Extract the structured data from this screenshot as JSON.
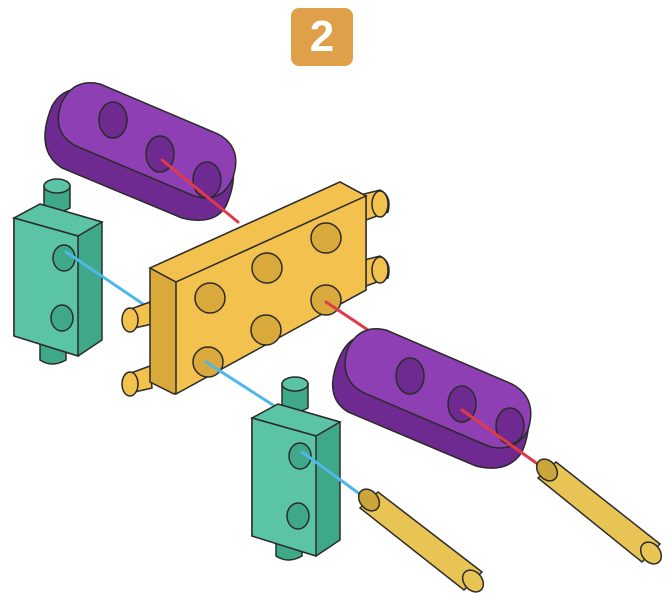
{
  "step": {
    "number": "2"
  },
  "colors": {
    "badge": "#E0A04A",
    "plate": "#F2C14E",
    "plate_shade": "#D9A93B",
    "connector": "#5CC4A6",
    "connector_shade": "#3FA888",
    "link": "#8E3FB3",
    "link_shade": "#6E2A90",
    "rod": "#E8C455",
    "rod_shade": "#C9A53B",
    "guide_blue": "#4FB8E8",
    "guide_red": "#E03A4A",
    "outline": "#2b2b2b"
  },
  "parts": [
    {
      "name": "square-plate",
      "icon": "yellow-plate-with-six-holes"
    },
    {
      "name": "connector",
      "icon": "green-connector-block",
      "count": 2
    },
    {
      "name": "link",
      "icon": "purple-three-hole-link",
      "count": 2
    },
    {
      "name": "rod",
      "icon": "yellow-rod",
      "count": 2
    }
  ]
}
